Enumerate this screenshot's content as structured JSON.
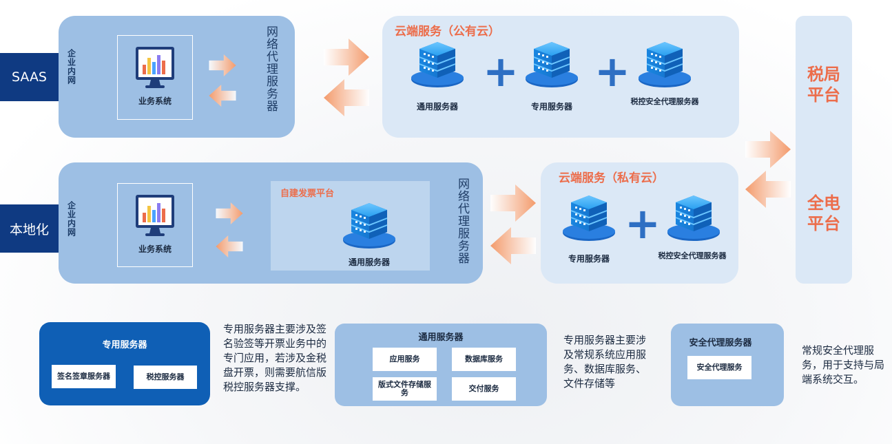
{
  "rows": {
    "saas": {
      "label": "SAAS",
      "intranet": "企业内网",
      "system": "业务系统",
      "proxy": "网络代理服务器"
    },
    "local": {
      "label": "本地化",
      "intranet": "企业内网",
      "system": "业务系统",
      "platform_title": "自建发票平台",
      "platform_server": "通用服务器",
      "proxy": "网络代理服务器"
    }
  },
  "public_cloud": {
    "title": "云端服务（公有云）",
    "servers": [
      "通用服务器",
      "专用服务器",
      "税控安全代理服务器"
    ]
  },
  "private_cloud": {
    "title": "云端服务（私有云）",
    "servers": [
      "专用服务器",
      "税控安全代理服务器"
    ]
  },
  "tax_platform": {
    "top": "税局平台",
    "bottom": "全电平台"
  },
  "legend": {
    "dedicated": {
      "title": "专用服务器",
      "items": [
        "签名签章服务器",
        "税控服务器"
      ],
      "desc": "专用服务器主要涉及签名验签等开票业务中的专门应用，若涉及金税盘开票，则需要航信版税控服务器支撑。"
    },
    "general": {
      "title": "通用服务器",
      "items": [
        "应用服务",
        "数据库服务",
        "版式文件存储服务",
        "交付服务"
      ],
      "desc": "专用服务器主要涉及常规系统应用服务、数据库服务、文件存储等"
    },
    "security": {
      "title": "安全代理服务器",
      "items": [
        "安全代理服务"
      ],
      "desc": "常规安全代理服务，用于支持与局端系统交互。"
    }
  },
  "colors": {
    "navy": "#0f3a82",
    "panel_blue": "#9dbfe4",
    "panel_light": "#dbe8f6",
    "accent_red": "#ec6d4b",
    "server_blue": "#1f8fe8",
    "arrow_orange": "#f4a77e"
  },
  "icons": [
    "monitor-chart-icon",
    "server-stack-icon",
    "plus-icon",
    "arrow-right-icon",
    "arrow-left-icon"
  ]
}
